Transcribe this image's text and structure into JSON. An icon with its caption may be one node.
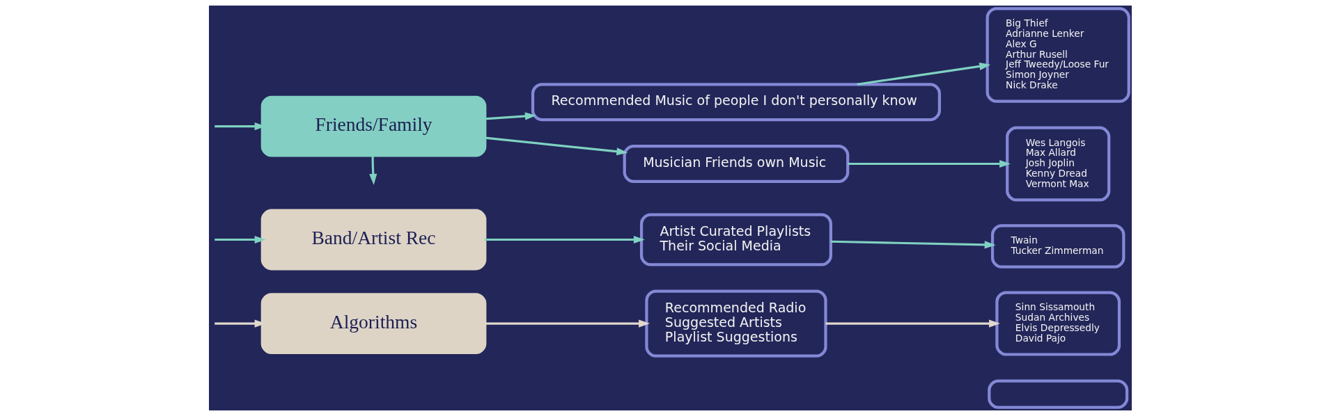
{
  "diagram": {
    "nodes": [
      {
        "text": [
          "Friends/Family"
        ]
      },
      {
        "text": [
          "Band/Artist Rec"
        ]
      },
      {
        "text": [
          "Algorithms"
        ]
      },
      {
        "text": [
          "Recommended Music of people I don't personally know"
        ]
      },
      {
        "text": [
          "Musician Friends own Music"
        ]
      },
      {
        "text": [
          "Artist Curated Playlists",
          "Their Social Media"
        ]
      },
      {
        "text": [
          "Recommended Radio",
          "Suggested Artists",
          "Playlist Suggestions"
        ]
      },
      {
        "text": [
          "Big Thief",
          "Adrianne Lenker",
          "Alex G",
          "Arthur Rusell",
          "Jeff Tweedy/Loose Fur",
          "Simon Joyner",
          "Nick Drake"
        ]
      },
      {
        "text": [
          "Wes Langois",
          "Max Allard",
          "Josh Joplin",
          "Kenny Dread",
          "Vermont Max"
        ]
      },
      {
        "text": [
          "Twain",
          "Tucker Zimmerman"
        ]
      },
      {
        "text": [
          "Sinn Sissamouth",
          "Sudan Archives",
          "Elvis Depressedly",
          "David Pajo"
        ]
      },
      {
        "text": [],
        "shape": "box"
      }
    ],
    "edges": [
      {
        "from": null,
        "to": 0,
        "arrow": "to"
      },
      {
        "from": null,
        "to": 1,
        "arrow": "to"
      },
      {
        "from": null,
        "to": 2,
        "arrow": "to",
        "color": "#e0d8cc"
      },
      {
        "from": 0,
        "to": 3,
        "arrow": "to"
      },
      {
        "from": 0,
        "to": 4,
        "arrow": "to"
      },
      {
        "from": 0,
        "to": null,
        "arrow": "to"
      },
      {
        "from": 1,
        "to": 5,
        "arrow": "to"
      },
      {
        "from": 2,
        "to": 6,
        "arrow": "to",
        "color": "#e0d8cc"
      },
      {
        "from": 3,
        "to": 7,
        "arrow": "to"
      },
      {
        "from": 4,
        "to": 8,
        "arrow": "to"
      },
      {
        "from": 5,
        "to": 9,
        "arrow": "to"
      },
      {
        "from": 6,
        "to": 10,
        "arrow": "to",
        "color": "#e0d8cc"
      }
    ]
  }
}
